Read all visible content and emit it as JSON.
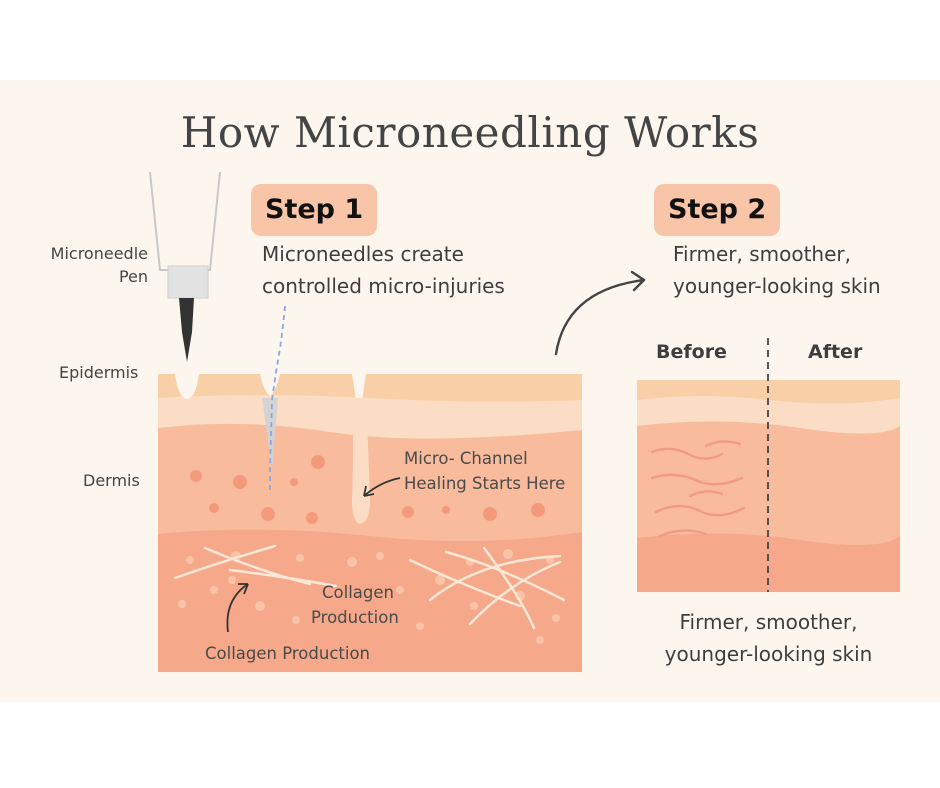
{
  "title": "How Microneedling Works",
  "step1": {
    "badge": "Step 1",
    "line1": "Microneedles create",
    "line2": "controlled micro-injuries"
  },
  "step2": {
    "badge": "Step 2",
    "line1": "Firmer, smoother,",
    "line2": "younger-looking skin"
  },
  "labels": {
    "pen_line1": "Microneedle",
    "pen_line2": "Pen",
    "epidermis": "Epidermis",
    "dermis": "Dermis",
    "micro_channel_line1": "Micro- Channel",
    "micro_channel_line2": "Healing Starts Here",
    "collagen_line1": "Collagen",
    "collagen_line2": "Production",
    "collagen_bottom": "Collagen Production"
  },
  "comparison": {
    "before": "Before",
    "after": "After",
    "caption_line1": "Firmer, smoother,",
    "caption_line2": "younger-looking skin"
  },
  "colors": {
    "background": "#fdf6ee",
    "badge": "#f9c5a9",
    "epidermis_top": "#f9cfa7",
    "epidermis_lower": "#fbdcc4",
    "dermis": "#f8bc9c",
    "deep_dermis": "#f5a88a",
    "dot": "#f49a7c"
  }
}
